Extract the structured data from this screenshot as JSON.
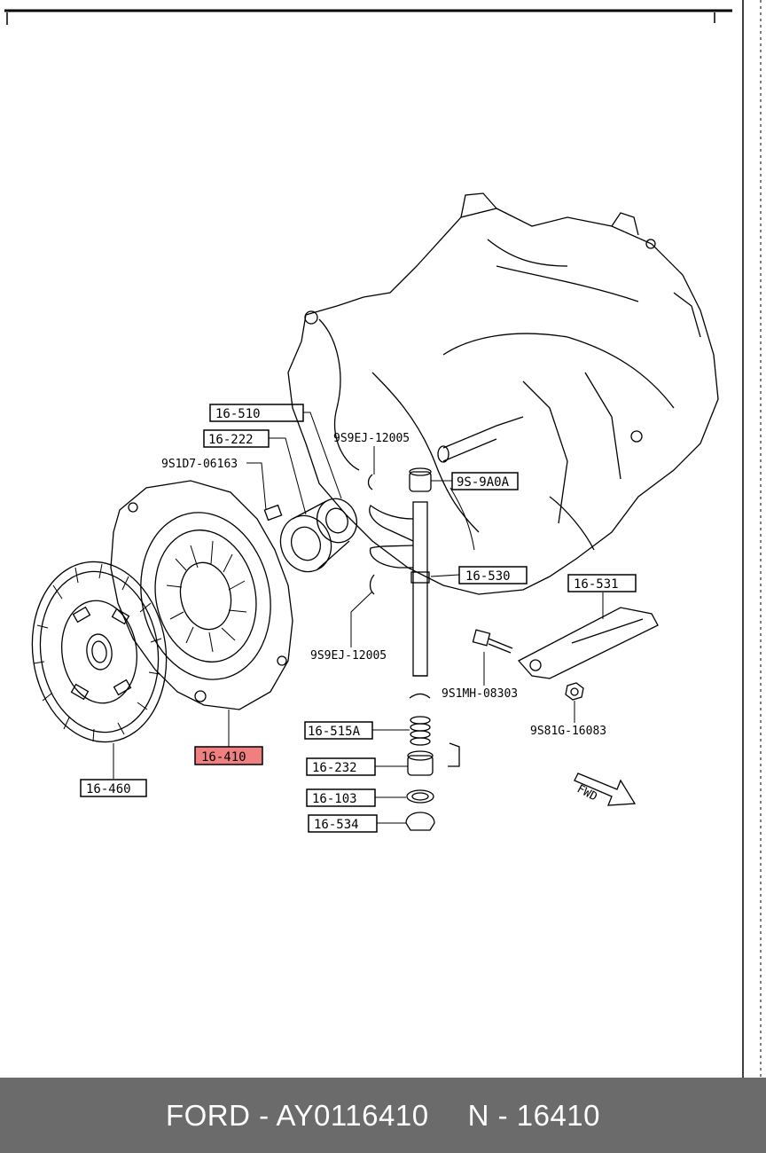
{
  "labels": {
    "l16_510": "16-510",
    "l16_222": "16-222",
    "l9s1d7": "9S1D7-06163",
    "l9s9ej_top": "9S9EJ-12005",
    "l9s9a0a": "9S-9A0A",
    "l16_530": "16-530",
    "l16_531": "16-531",
    "l9s9ej_bottom": "9S9EJ-12005",
    "l9s1mh": "9S1MH-08303",
    "l9s81g": "9S81G-16083",
    "l16_515a": "16-515A",
    "l16_232": "16-232",
    "l16_103": "16-103",
    "l16_534": "16-534",
    "l16_410": "16-410",
    "l16_460": "16-460",
    "fwd": "FWD"
  },
  "highlight_color": "#f08080",
  "footer": {
    "brand_part": "FORD - AY0116410",
    "ref": "N - 16410"
  }
}
